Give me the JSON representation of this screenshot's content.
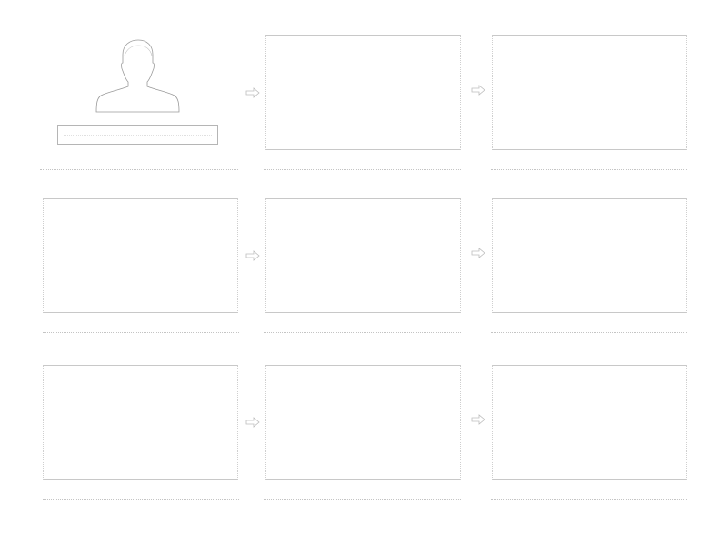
{
  "storyboard": {
    "panels": [
      {
        "id": "r1c1",
        "kind": "character"
      },
      {
        "id": "r1c2",
        "kind": "frame"
      },
      {
        "id": "r1c3",
        "kind": "frame"
      },
      {
        "id": "r2c1",
        "kind": "frame"
      },
      {
        "id": "r2c2",
        "kind": "frame"
      },
      {
        "id": "r2c3",
        "kind": "frame"
      },
      {
        "id": "r3c1",
        "kind": "frame"
      },
      {
        "id": "r3c2",
        "kind": "frame"
      },
      {
        "id": "r3c3",
        "kind": "frame"
      }
    ],
    "icons": {
      "avatar": "person-silhouette-icon",
      "arrow": "right-arrow-icon"
    },
    "colors": {
      "outline": "#c8c8c8",
      "dotted": "#cfcfcf"
    }
  }
}
